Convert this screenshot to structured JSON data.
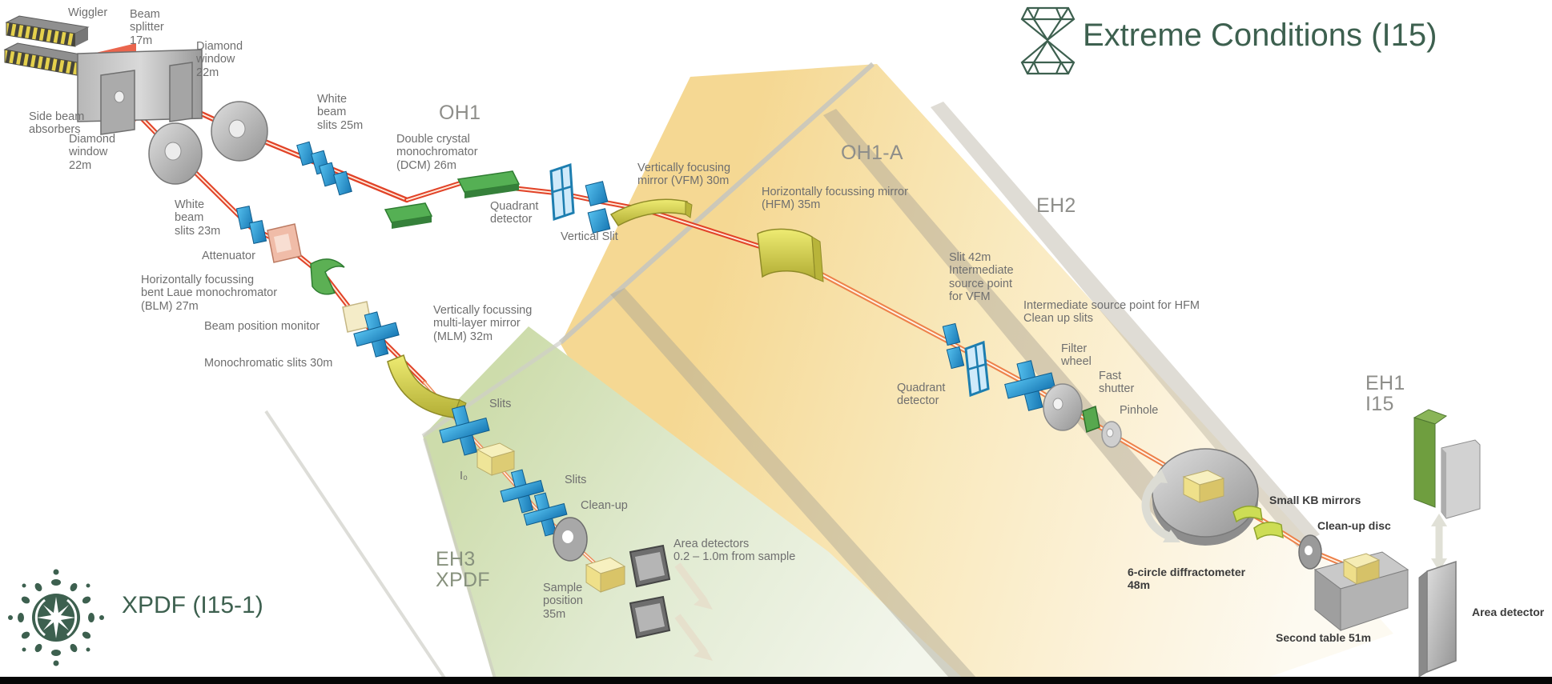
{
  "logos": {
    "extreme": "Extreme Conditions (I15)",
    "xpdf": "XPDF (I15-1)"
  },
  "sections": {
    "oh1": "OH1",
    "oh1a": "OH1-A",
    "eh2": "EH2",
    "eh3": "EH3\nXPDF",
    "eh1": "EH1\nI15"
  },
  "labels": {
    "wiggler": "Wiggler",
    "beam_splitter": "Beam\nsplitter\n17m",
    "diamond_window_top": "Diamond\nwindow\n22m",
    "diamond_window_lower": "Diamond\nwindow\n22m",
    "side_beam_absorbers": "Side beam\nabsorbers",
    "white_beam_slits_25": "White\nbeam\nslits 25m",
    "white_beam_slits_23": "White\nbeam\nslits 23m",
    "dcm": "Double crystal\nmonochromator\n(DCM) 26m",
    "quadrant_detector_1": "Quadrant\ndetector",
    "vertical_slit": "Vertical Slit",
    "vfm": "Vertically focusing\nmirror (VFM) 30m",
    "hfm": "Horizontally focussing mirror\n(HFM) 35m",
    "slit_42": "Slit 42m\nIntermediate\nsource point\nfor VFM",
    "int_source_hfm": "Intermediate source point for HFM\nClean up slits",
    "filter_wheel": "Filter\nwheel",
    "fast_shutter": "Fast\nshutter",
    "pinhole": "Pinhole",
    "quadrant_detector_2": "Quadrant\ndetector",
    "attenuator": "Attenuator",
    "blm": "Horizontally focussing\nbent Laue monochromator\n(BLM) 27m",
    "beam_position_monitor": "Beam position monitor",
    "monochromatic_slits": "Monochromatic slits 30m",
    "mlm": "Vertically focussing\nmulti-layer mirror\n(MLM) 32m",
    "slits_a": "Slits",
    "i0": "I₀",
    "slits_b": "Slits",
    "clean_up": "Clean-up",
    "sample_position": "Sample\nposition\n35m",
    "area_detectors": "Area detectors\n0.2 – 1.0m from sample",
    "small_kb": "Small KB mirrors",
    "clean_up_disc": "Clean-up disc",
    "six_circle": "6-circle diffractometer\n48m",
    "second_table": "Second table 51m",
    "area_detector": "Area detector"
  },
  "colors": {
    "beam_red": "#e14227",
    "beam_orange": "#ed8049",
    "hutch_yellow": "#f5d893",
    "hutch_green": "#cddcab",
    "logo_green": "#3d604f",
    "slit_blue": "#2fa3dc",
    "mirror_yellow": "#dfe05e",
    "crystal_green": "#55b054"
  }
}
